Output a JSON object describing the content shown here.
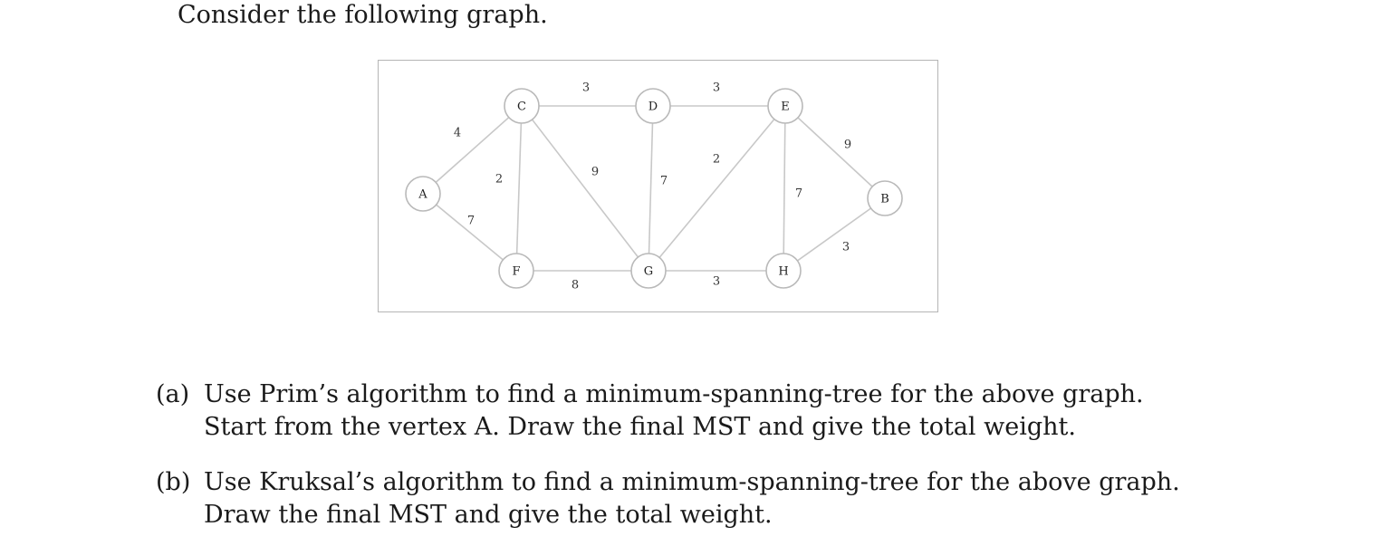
{
  "intro": "Consider the following graph.",
  "graph": {
    "nodes": [
      {
        "id": "A",
        "label": "A"
      },
      {
        "id": "C",
        "label": "C"
      },
      {
        "id": "D",
        "label": "D"
      },
      {
        "id": "E",
        "label": "E"
      },
      {
        "id": "B",
        "label": "B"
      },
      {
        "id": "F",
        "label": "F"
      },
      {
        "id": "G",
        "label": "G"
      },
      {
        "id": "H",
        "label": "H"
      }
    ],
    "edges": [
      {
        "from": "A",
        "to": "C",
        "weight": "4"
      },
      {
        "from": "A",
        "to": "F",
        "weight": "7"
      },
      {
        "from": "C",
        "to": "F",
        "weight": "2"
      },
      {
        "from": "C",
        "to": "D",
        "weight": "3"
      },
      {
        "from": "C",
        "to": "G",
        "weight": "9"
      },
      {
        "from": "D",
        "to": "G",
        "weight": "7"
      },
      {
        "from": "D",
        "to": "E",
        "weight": "3"
      },
      {
        "from": "G",
        "to": "E",
        "weight": "2"
      },
      {
        "from": "F",
        "to": "G",
        "weight": "8"
      },
      {
        "from": "G",
        "to": "H",
        "weight": "3"
      },
      {
        "from": "E",
        "to": "H",
        "weight": "7"
      },
      {
        "from": "E",
        "to": "B",
        "weight": "9"
      },
      {
        "from": "H",
        "to": "B",
        "weight": "3"
      }
    ]
  },
  "questions": [
    {
      "marker": "(a)",
      "text": "Use Prim’s algorithm to find a minimum-spanning-tree for the above graph. Start from the vertex A. Draw the final MST and give the total weight."
    },
    {
      "marker": "(b)",
      "text": "Use Kruksal’s algorithm to find a minimum-spanning-tree for the above graph. Draw the final MST and give the total weight."
    }
  ]
}
